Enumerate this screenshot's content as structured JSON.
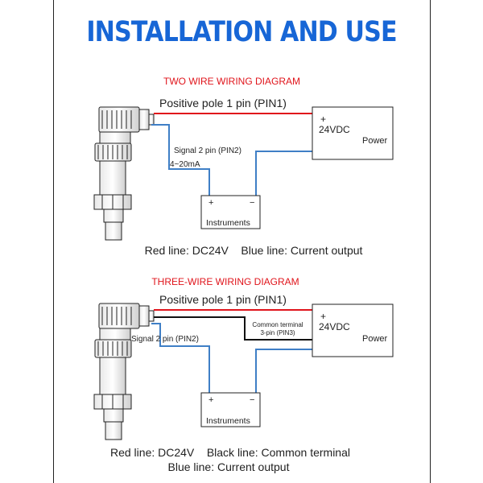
{
  "page_title": "INSTALLATION AND USE",
  "colors": {
    "title_blue": "#1766d6",
    "red_line": "#e0141b",
    "blue_line": "#3f7fc6",
    "black_line": "#111111"
  },
  "two_wire": {
    "heading": "TWO WIRE WIRING DIAGRAM",
    "positive_label": "Positive pole 1 pin (PIN1)",
    "signal_label": "Signal 2 pin (PIN2)",
    "current_label": "4~20mA",
    "power": {
      "plus": "+",
      "voltage": "24VDC",
      "name": "Power"
    },
    "instruments": {
      "plus": "+",
      "minus": "−",
      "name": "Instruments"
    },
    "legend": "Red line: DC24V    Blue line: Current output"
  },
  "three_wire": {
    "heading": "THREE-WIRE WIRING DIAGRAM",
    "positive_label": "Positive pole 1 pin (PIN1)",
    "common_label_1": "Common terminal",
    "common_label_2": "3-pin (PIN3)",
    "signal_label": "Signal 2 pin (PIN2)",
    "power": {
      "plus": "+",
      "voltage": "24VDC",
      "name": "Power"
    },
    "instruments": {
      "plus": "+",
      "minus": "−",
      "name": "Instruments"
    },
    "legend_line1": "Red line: DC24V    Black line: Common terminal",
    "legend_line2": "Blue line: Current output"
  }
}
